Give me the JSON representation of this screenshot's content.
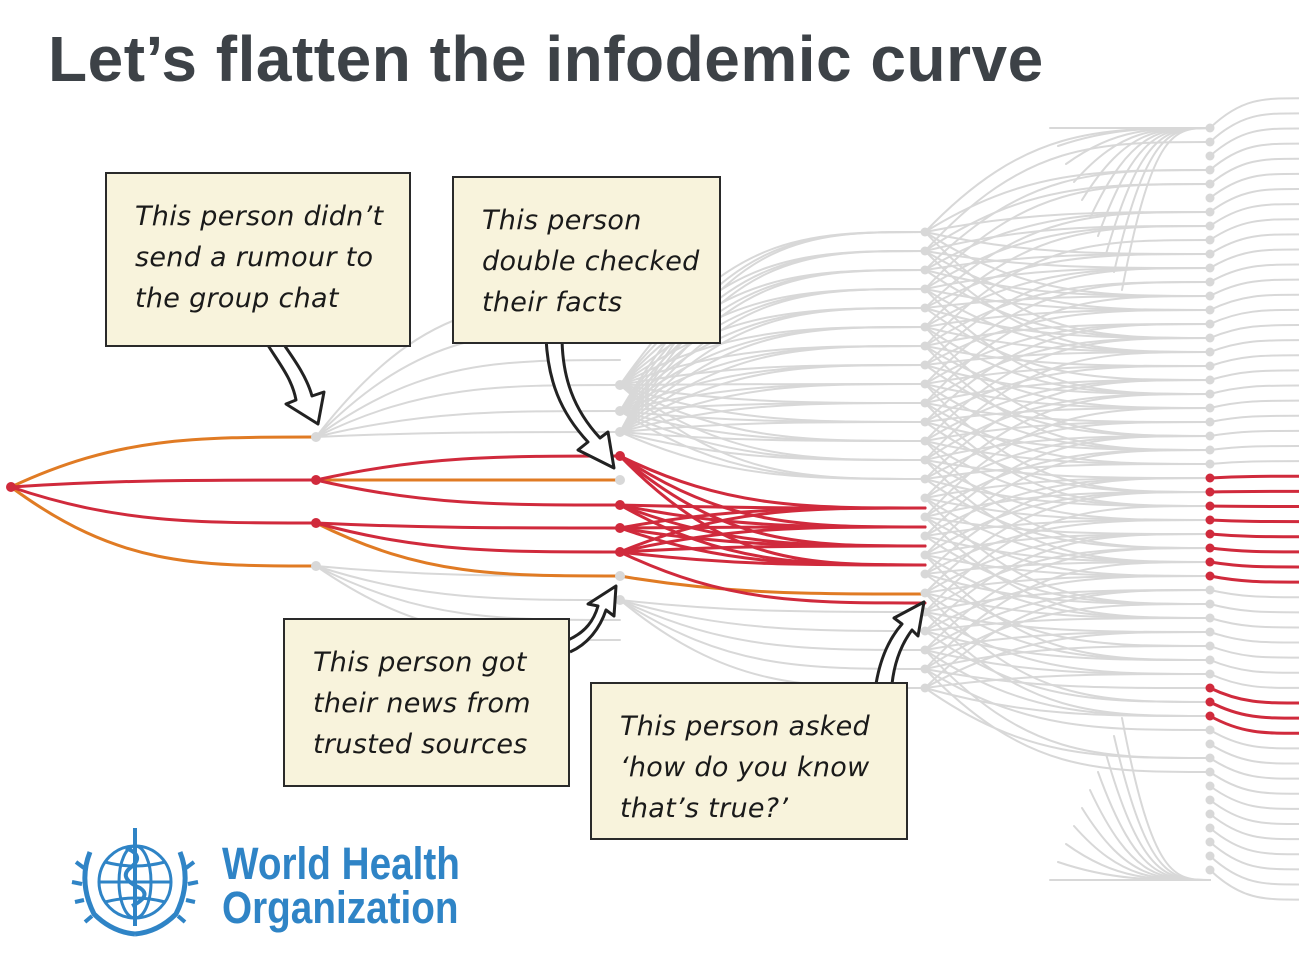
{
  "title": "Let’s flatten the infodemic curve",
  "callouts": [
    {
      "id": "rumour",
      "lines": [
        "This person didn’t",
        "send a rumour to",
        "the group chat"
      ]
    },
    {
      "id": "double-check",
      "lines": [
        "This person",
        "double checked",
        "their facts"
      ]
    },
    {
      "id": "trusted",
      "lines": [
        "This person got",
        "their news from",
        "trusted sources"
      ]
    },
    {
      "id": "asked",
      "lines": [
        "This person asked",
        "‘how do you know",
        "that’s true?’"
      ]
    }
  ],
  "logo": {
    "name_line1": "World Health",
    "name_line2": "Organization",
    "icon": "who-emblem-icon"
  },
  "colors": {
    "spread": "#d02a3c",
    "stopped": "#e07b24",
    "inactive": "#d8d8d8",
    "note_bg": "#f8f3dc",
    "title": "#3d4247",
    "logo": "#2f84c6"
  }
}
